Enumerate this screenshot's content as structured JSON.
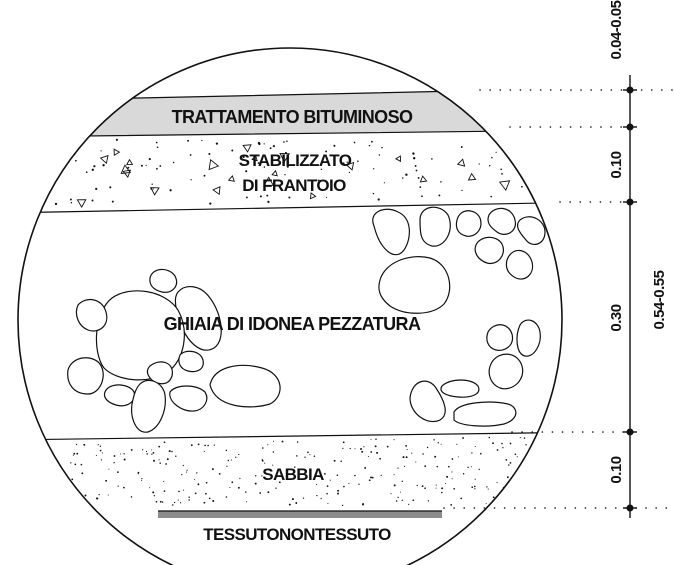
{
  "layers": {
    "bitumen": "TRATTAMENTO BITUMINOSO",
    "stabilized_line1": "STABILIZZATO",
    "stabilized_line2": "DI FRANTOIO",
    "gravel": "GHIAIA DI IDONEA PEZZATURA",
    "sand": "SABBIA",
    "fabric": "TESSUTONONTESSUTO"
  },
  "dimensions": {
    "bitumen_thickness": "0.04-0.05",
    "stabilized_thickness": "0.10",
    "gravel_thickness": "0.30",
    "sand_thickness": "0.10",
    "total_thickness": "0.54-0.55"
  },
  "colors": {
    "bitumen_fill": "#d9d9d9",
    "line": "#111111",
    "fabric": "#8c8c8c"
  }
}
